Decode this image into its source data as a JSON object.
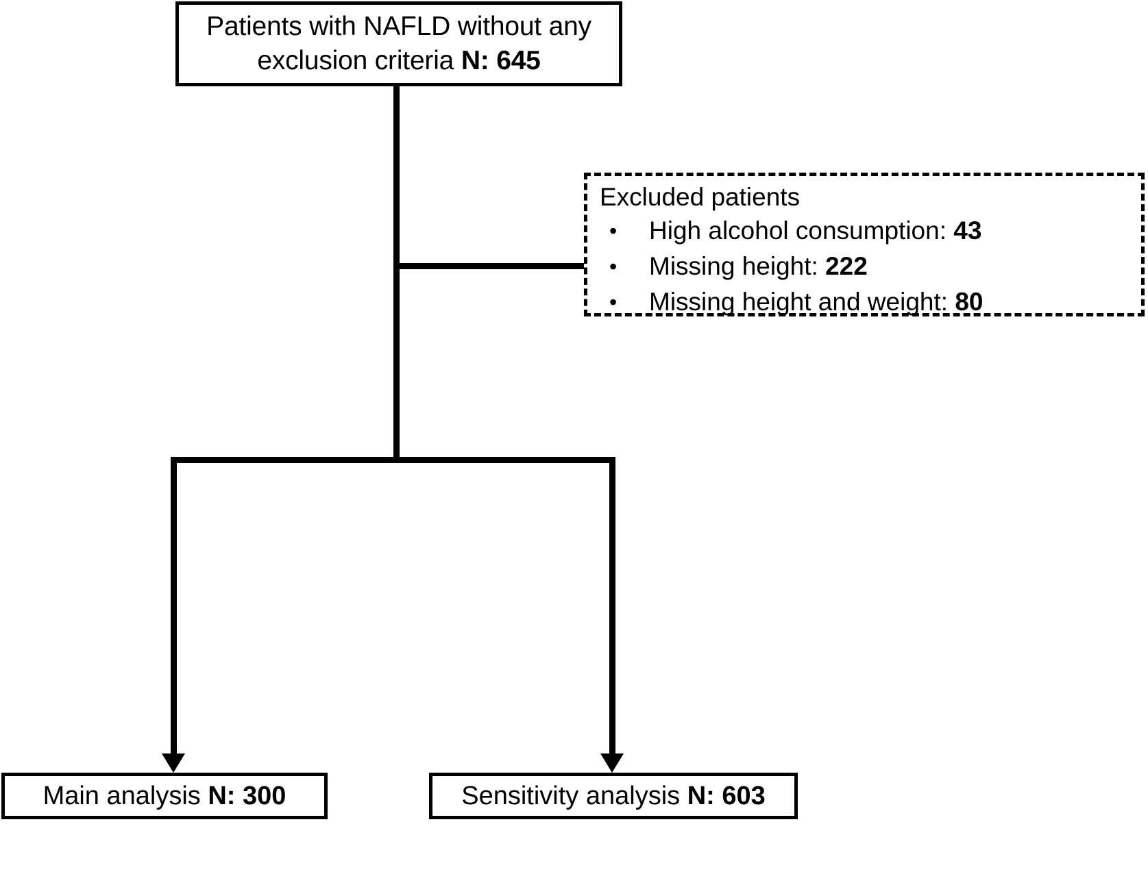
{
  "diagram": {
    "type": "flowchart",
    "title": "NAFLD patient selection flow diagram",
    "colors": {
      "line": "#000000",
      "box_fill": "#ffffff",
      "text": "#000000"
    },
    "top_box": {
      "line1": "Patients with NAFLD without any",
      "line2_prefix": "exclusion criteria ",
      "line2_value": "N: 645"
    },
    "excluded_box": {
      "title": "Excluded patients",
      "border_style": "dashed",
      "items": [
        {
          "bullet": "•",
          "label": "High alcohol consumption: ",
          "value": "43"
        },
        {
          "bullet": "•",
          "label": "Missing height: ",
          "value": "222"
        },
        {
          "bullet": "•",
          "label": "Missing height and weight: ",
          "value": "80"
        }
      ]
    },
    "outcomes": [
      {
        "label": "Main analysis ",
        "value": "N: 300"
      },
      {
        "label": "Sensitivity analysis ",
        "value": "N: 603"
      }
    ],
    "connectors": {
      "trunk": "vertical-line",
      "exclusion_arrow": "arrow-right-icon",
      "split": "horizontal-split-bar",
      "left_arrow": "arrow-down-icon",
      "right_arrow": "arrow-down-icon"
    }
  },
  "chart_data": {
    "type": "flowchart",
    "title": "NAFLD patient selection flow diagram",
    "nodes": [
      {
        "id": "enrolled",
        "text": "Patients with NAFLD without any exclusion criteria N: 645",
        "n": 645,
        "shape": "rect-solid"
      },
      {
        "id": "excluded",
        "text": "Excluded patients",
        "shape": "rect-dashed",
        "breakdown": [
          {
            "reason": "High alcohol consumption",
            "n": 43
          },
          {
            "reason": "Missing height",
            "n": 222
          },
          {
            "reason": "Missing height and weight",
            "n": 80
          }
        ]
      },
      {
        "id": "main",
        "text": "Main analysis N: 300",
        "n": 300,
        "shape": "rect-solid"
      },
      {
        "id": "sensitivity",
        "text": "Sensitivity analysis N: 603",
        "n": 603,
        "shape": "rect-solid"
      }
    ],
    "edges": [
      {
        "from": "enrolled",
        "to": "excluded",
        "style": "arrow-right"
      },
      {
        "from": "enrolled",
        "to": "main",
        "style": "arrow-down"
      },
      {
        "from": "enrolled",
        "to": "sensitivity",
        "style": "arrow-down"
      }
    ]
  }
}
